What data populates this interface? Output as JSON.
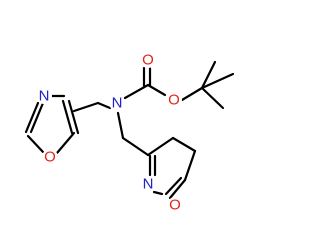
{
  "molecule": {
    "atoms": {
      "n_ring1": {
        "symbol": "N"
      },
      "o_ring1": {
        "symbol": "O"
      },
      "n_amine": {
        "symbol": "N"
      },
      "o_carbonyl": {
        "symbol": "O"
      },
      "o_ester": {
        "symbol": "O"
      },
      "n_ring2": {
        "symbol": "N"
      },
      "o_ring2": {
        "symbol": "O"
      }
    }
  },
  "colors": {
    "bond": "#000000",
    "nitrogen": "#1f22c8",
    "oxygen": "#e0241b",
    "background": "#ffffff"
  }
}
